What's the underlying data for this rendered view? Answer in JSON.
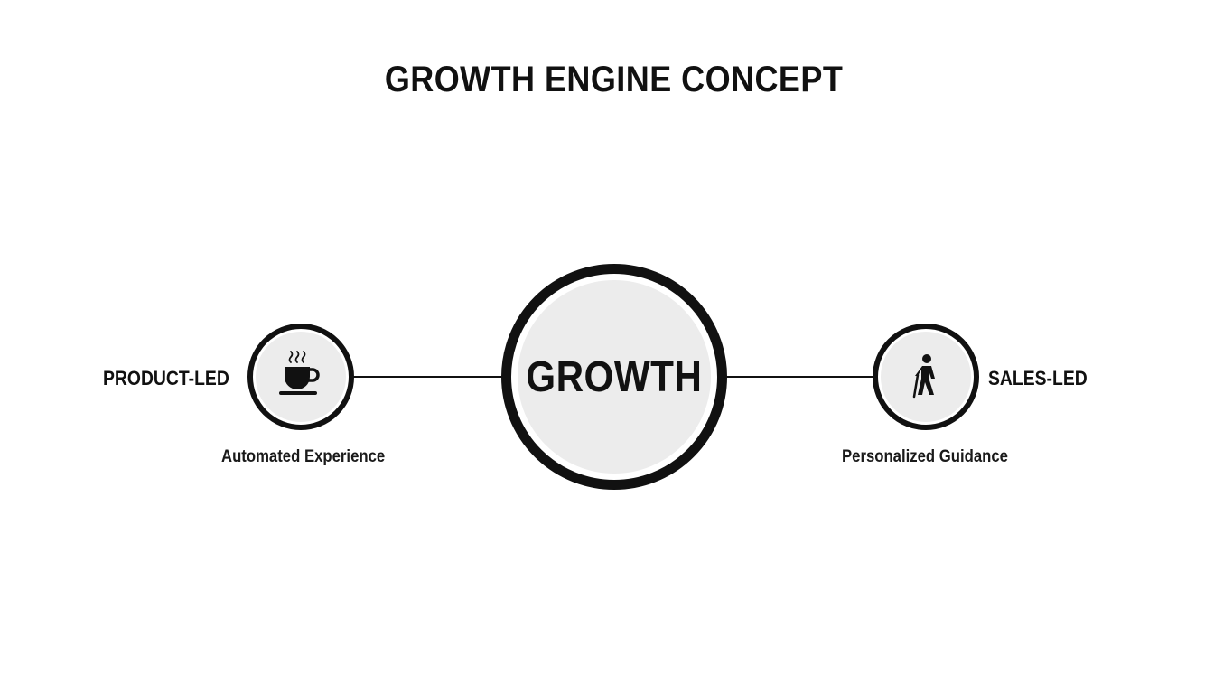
{
  "title": "GROWTH ENGINE CONCEPT",
  "center": {
    "label": "GROWTH"
  },
  "left": {
    "label": "PRODUCT-LED",
    "caption": "Automated Experience",
    "icon": "coffee-cup-icon"
  },
  "right": {
    "label": "SALES-LED",
    "caption": "Personalized Guidance",
    "icon": "person-with-cane-icon"
  },
  "colors": {
    "stroke": "#111111",
    "node_fill": "#ececec",
    "background": "#ffffff"
  }
}
